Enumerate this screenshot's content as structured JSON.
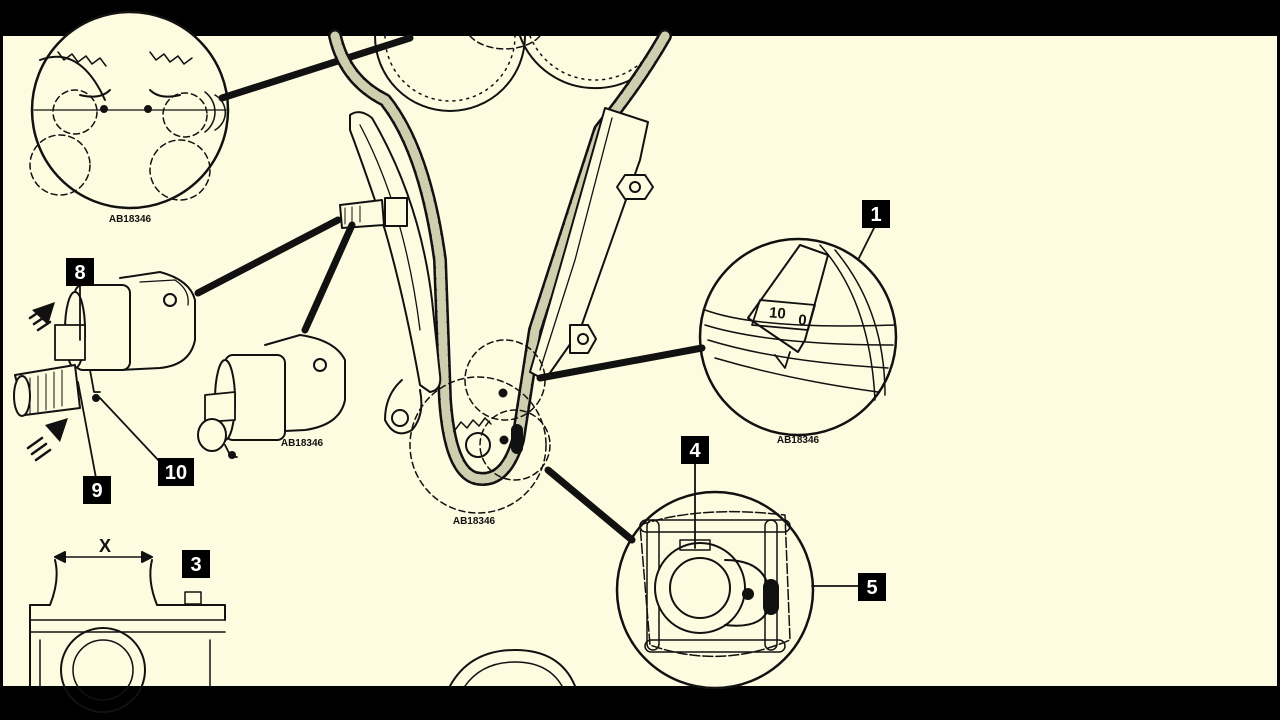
{
  "diagram": {
    "background_color": "#fdfbe0",
    "ink_color": "#111111",
    "chain_color": "#cfcfb0",
    "callouts": [
      "1",
      "3",
      "4",
      "5",
      "8",
      "9",
      "10"
    ],
    "reference_codes": [
      "AB18346",
      "AB18346",
      "AB18346",
      "AB18346"
    ],
    "dimension_label": "X",
    "marking_text_left": "10",
    "marking_text_right": "0"
  }
}
